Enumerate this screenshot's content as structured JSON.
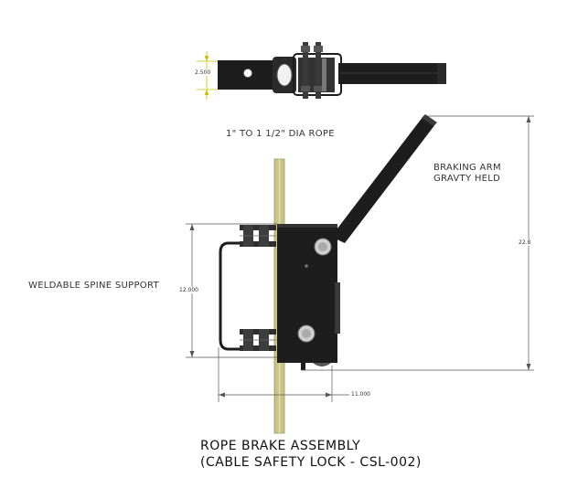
{
  "labels": {
    "rope_diameter": "1\" TO 1 1/2\" DIA ROPE",
    "braking_arm_line1": "BRAKING ARM",
    "braking_arm_line2": "GRAVTY HELD",
    "spine_support": "WELDABLE SPINE SUPPORT"
  },
  "dimensions": {
    "top_height": "2.500",
    "overall_height": "22.8",
    "body_height": "12.000",
    "width": "11.000"
  },
  "title": {
    "line1": "ROPE BRAKE ASSEMBLY",
    "line2": "(CABLE SAFETY LOCK - CSL-002)"
  },
  "colors": {
    "steel": "#1c1c1c",
    "rope": "#c9c48a",
    "dimension_line": "#555555",
    "dimension_accent": "#c8c200"
  }
}
